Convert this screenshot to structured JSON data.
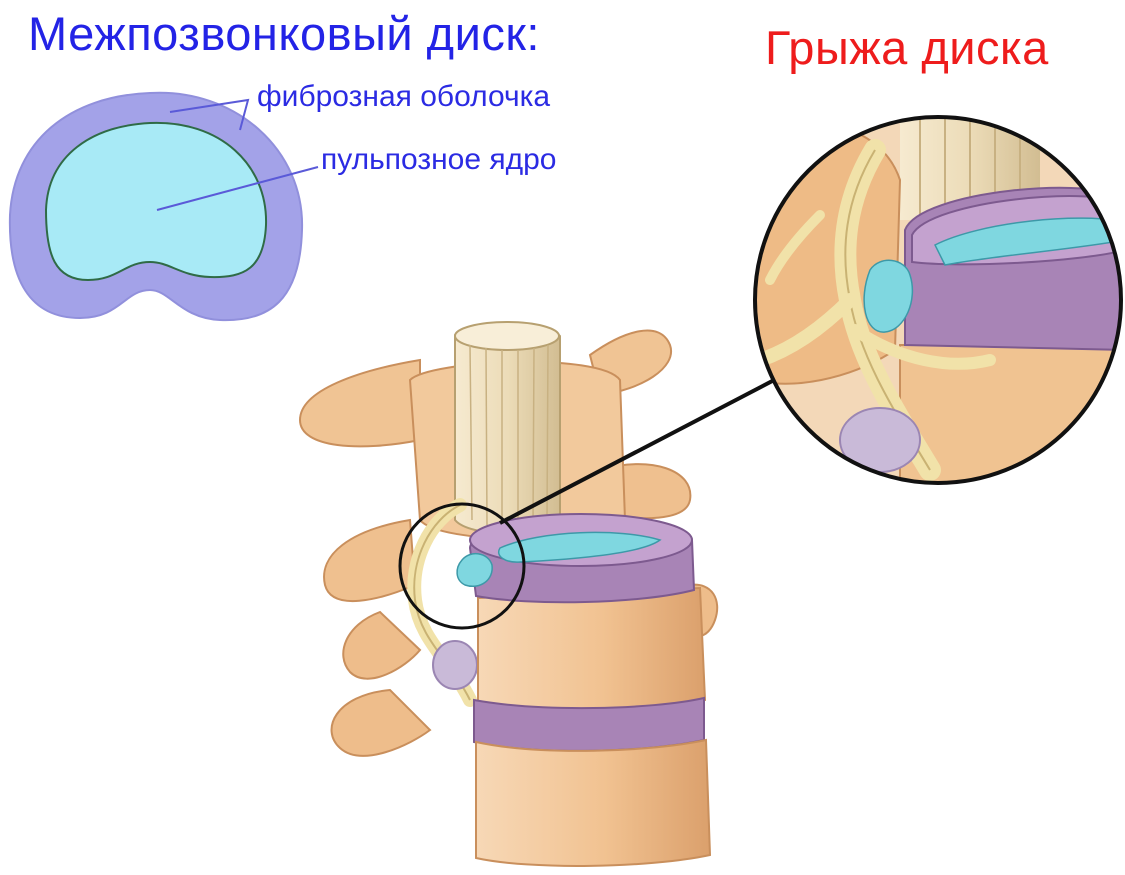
{
  "labels": {
    "disc_title": "Межпозвонковый диск:",
    "hernia_title": "Грыжа диска",
    "annulus": "фиброзная оболочка",
    "nucleus": "пульпозное ядро"
  },
  "colors": {
    "disc_title": "#2323e6",
    "hernia_title": "#ee1c1c",
    "annulus_fill": "#a3a2e8",
    "nucleus_fill": "#a8eaf6",
    "bone": "#f3c79b",
    "disc_purple": "#a884b6",
    "nerve": "#f1e2a9"
  }
}
